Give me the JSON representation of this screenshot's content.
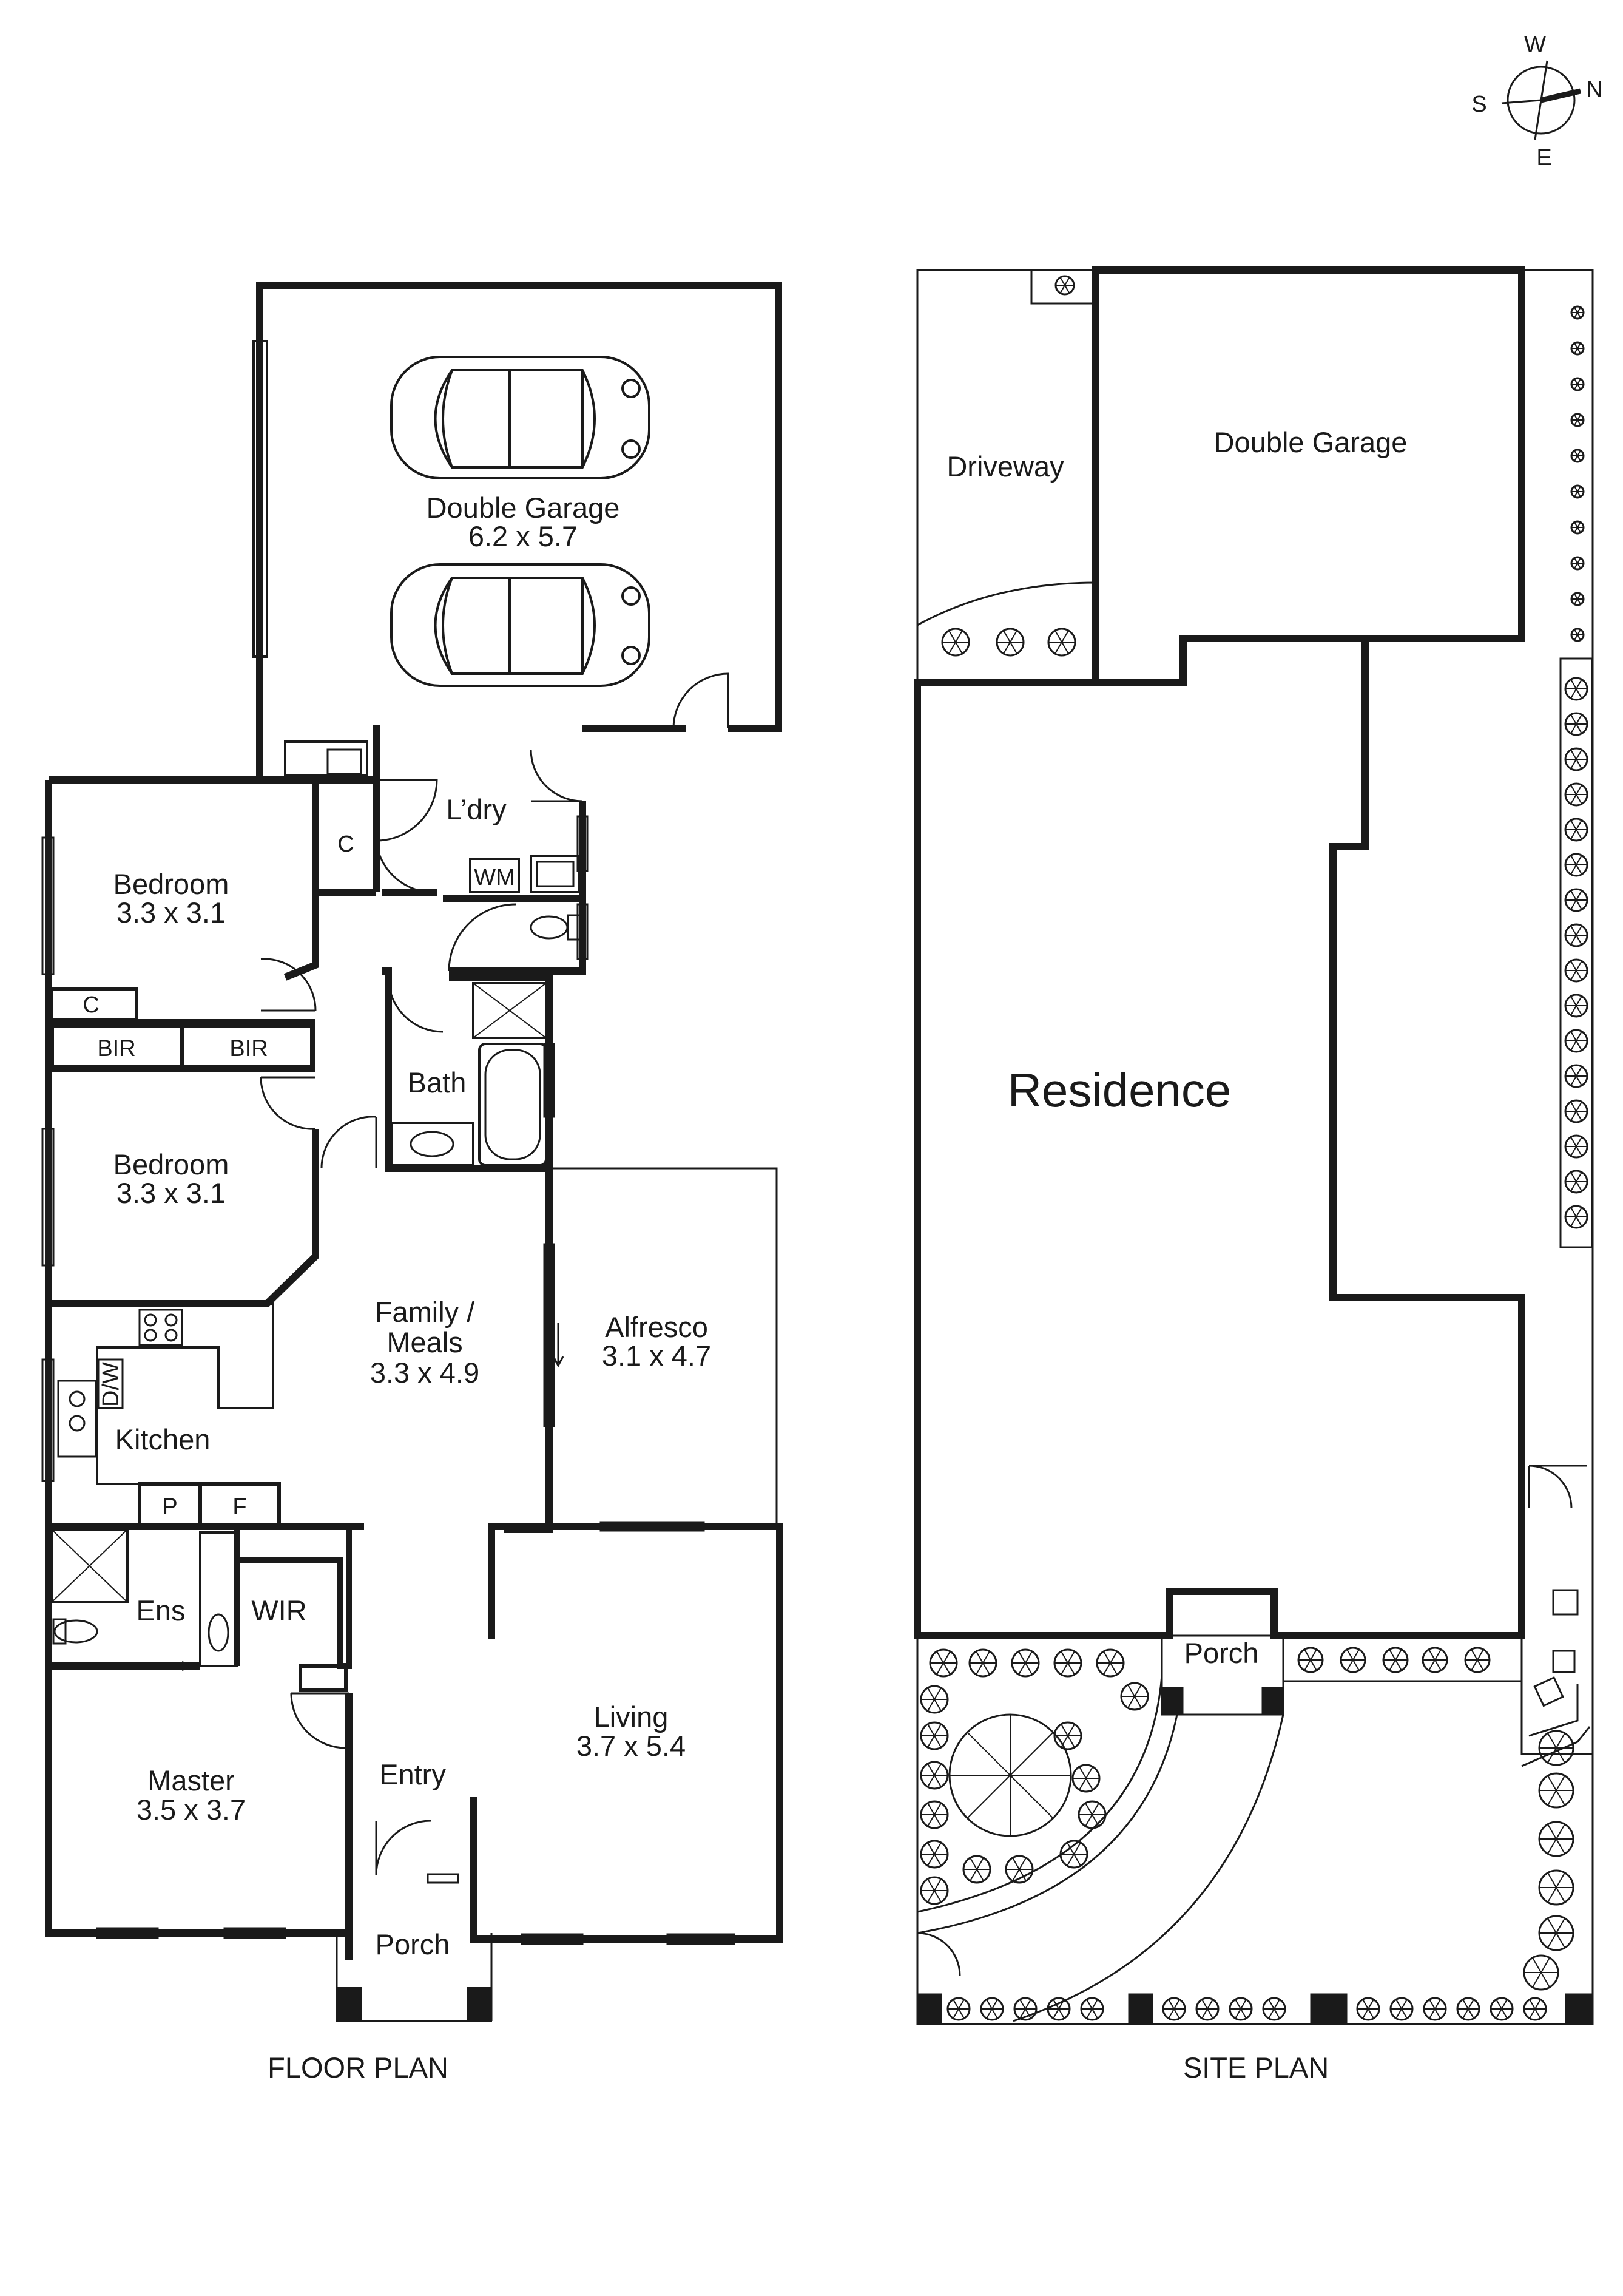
{
  "compass": {
    "w": "W",
    "n": "N",
    "s": "S",
    "e": "E"
  },
  "floor_plan": {
    "title": "FLOOR PLAN",
    "garage": {
      "name": "Double Garage",
      "dims": "6.2 x 5.7"
    },
    "laundry": "L’dry",
    "wm": "WM",
    "c1": "C",
    "c2": "C",
    "bir1": "BIR",
    "bir2": "BIR",
    "bed1": {
      "name": "Bedroom",
      "dims": "3.3 x 3.1"
    },
    "bed2": {
      "name": "Bedroom",
      "dims": "3.3 x 3.1"
    },
    "bath": "Bath",
    "family": {
      "line1": "Family /",
      "line2": "Meals",
      "dims": "3.3 x 4.9"
    },
    "alfresco": {
      "name": "Alfresco",
      "dims": "3.1 x 4.7"
    },
    "kitchen": "Kitchen",
    "dw": "D/W",
    "pantry": "P",
    "fridge": "F",
    "ensuite": "Ens",
    "wir": "WIR",
    "master": {
      "name": "Master",
      "dims": "3.5 x 3.7"
    },
    "entry": "Entry",
    "living": {
      "name": "Living",
      "dims": "3.7 x 5.4"
    },
    "porch": "Porch"
  },
  "site_plan": {
    "title": "SITE PLAN",
    "driveway": "Driveway",
    "garage": "Double Garage",
    "residence": "Residence",
    "porch": "Porch"
  }
}
